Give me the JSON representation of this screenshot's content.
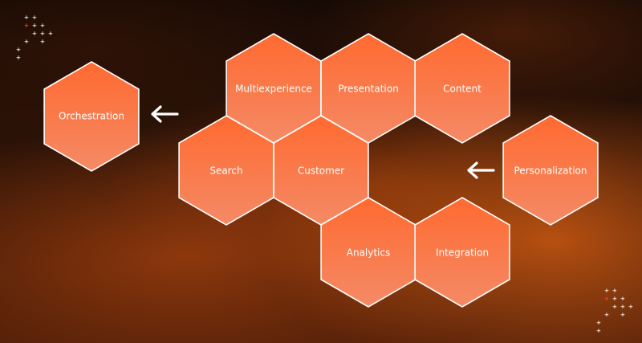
{
  "diagram": {
    "hexagons": [
      {
        "id": "multiexperience",
        "label": "Multiexperience"
      },
      {
        "id": "presentation",
        "label": "Presentation"
      },
      {
        "id": "content",
        "label": "Content"
      },
      {
        "id": "orchestration",
        "label": "Orchestration"
      },
      {
        "id": "search",
        "label": "Search"
      },
      {
        "id": "customer",
        "label": "Customer"
      },
      {
        "id": "personalization",
        "label": "Personalization"
      },
      {
        "id": "analytics",
        "label": "Analytics"
      },
      {
        "id": "integration",
        "label": "Integration"
      }
    ],
    "arrows": [
      {
        "id": "orchestration-arrow",
        "icon": "arrow-left-icon"
      },
      {
        "id": "personalization-arrow",
        "icon": "arrow-left-icon"
      }
    ]
  },
  "colors": {
    "hex_fill_top": "#ff6a30",
    "hex_fill_bottom": "#f48a66",
    "hex_stroke": "#ffffff",
    "plus_accent": "#ff4a2a",
    "plus_default": "#ffffff"
  }
}
